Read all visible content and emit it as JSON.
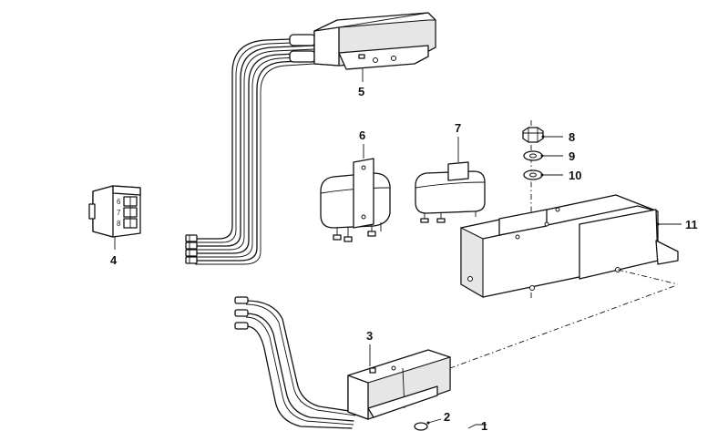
{
  "diagram": {
    "parts": [
      {
        "id": "p1",
        "label": "1"
      },
      {
        "id": "p2",
        "label": "2"
      },
      {
        "id": "p3",
        "label": "3"
      },
      {
        "id": "p4",
        "label": "4"
      },
      {
        "id": "p5",
        "label": "5"
      },
      {
        "id": "p6",
        "label": "6"
      },
      {
        "id": "p7",
        "label": "7"
      },
      {
        "id": "p8",
        "label": "8"
      },
      {
        "id": "p9",
        "label": "9"
      },
      {
        "id": "p10",
        "label": "10"
      },
      {
        "id": "p11",
        "label": "11"
      }
    ],
    "connector_pins": [
      "6",
      "7",
      "8"
    ]
  }
}
